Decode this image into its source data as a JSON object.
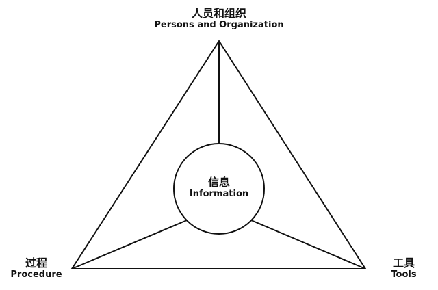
{
  "diagram": {
    "top_node": {
      "zh": "人员和组织",
      "en": "Persons and Organization"
    },
    "center_node": {
      "zh": "信息",
      "en": "Information"
    },
    "left_node": {
      "zh": "过程",
      "en": "Procedure"
    },
    "right_node": {
      "zh": "工具",
      "en": "Tools"
    },
    "colors": {
      "line": "#111111",
      "background": "#ffffff"
    }
  }
}
